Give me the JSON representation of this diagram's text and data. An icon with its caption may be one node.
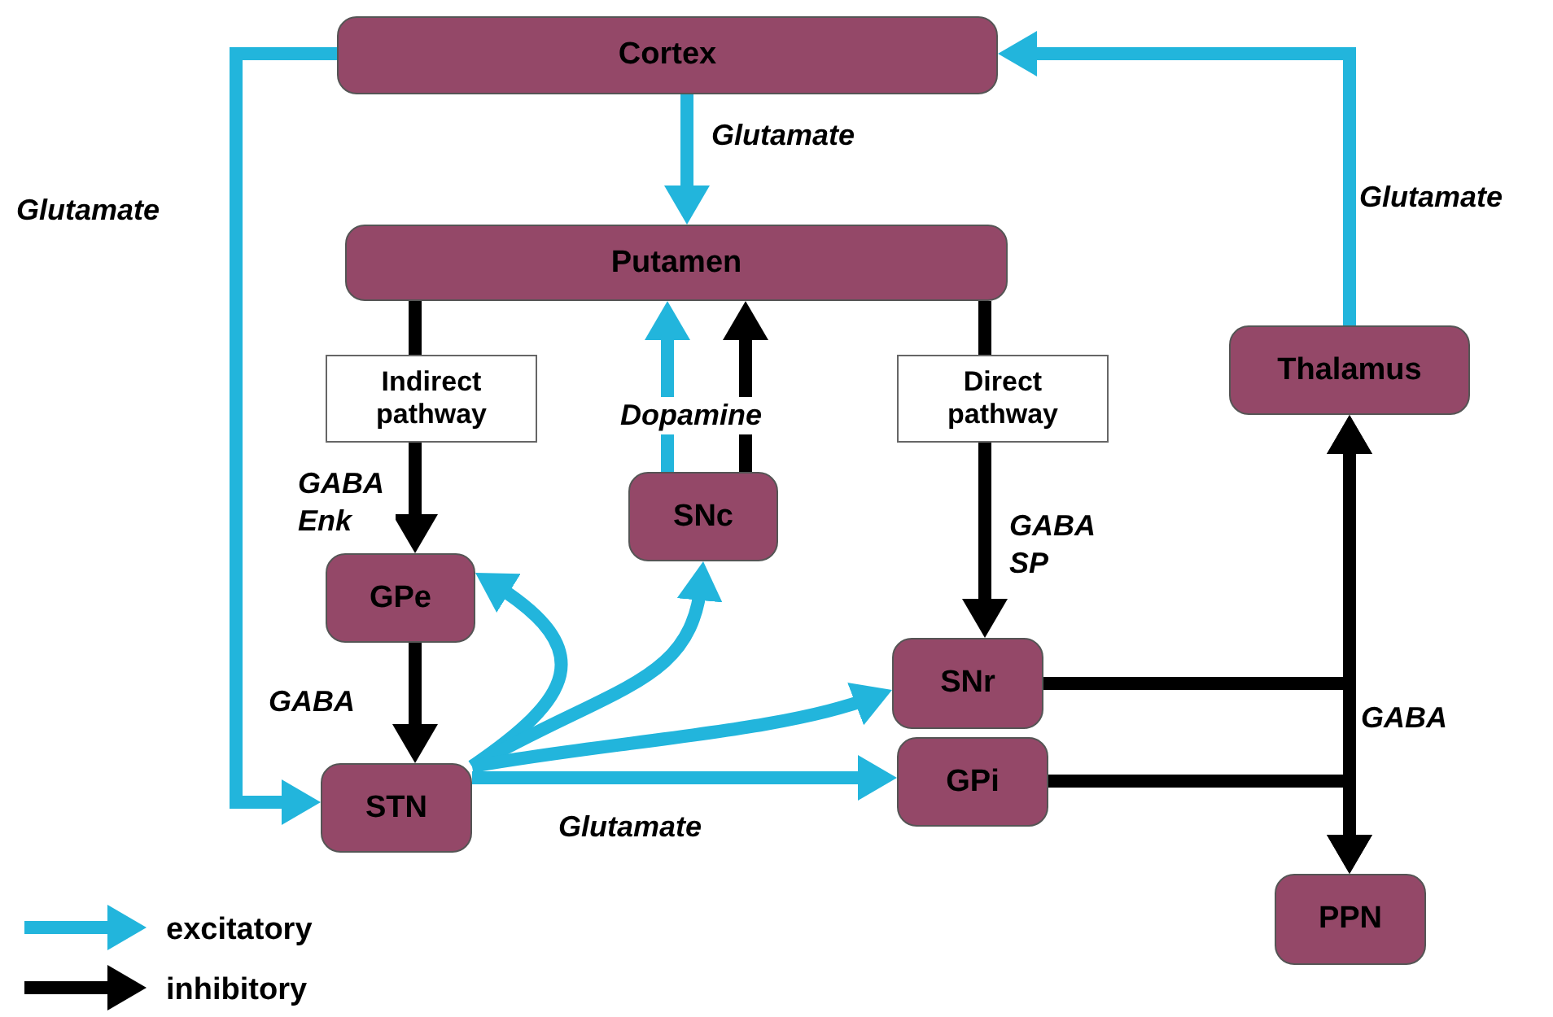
{
  "diagram": {
    "nodes": [
      {
        "text": [
          "Cortex"
        ]
      },
      {
        "text": [
          "Putamen"
        ]
      },
      {
        "text": [
          "Indirect pathway"
        ]
      },
      {
        "text": [
          "SNc"
        ]
      },
      {
        "text": [
          "Direct pathway"
        ]
      },
      {
        "text": [
          "Thalamus"
        ]
      },
      {
        "text": [
          "GPe"
        ]
      },
      {
        "text": [
          "SNr"
        ]
      },
      {
        "text": [
          "STN"
        ]
      },
      {
        "text": [
          "GPi"
        ]
      },
      {
        "text": [
          "PPN"
        ]
      }
    ],
    "edges": [
      {
        "from": 0,
        "to": 1,
        "arrow": "to",
        "label": "Glutamate",
        "color": "#22b5dc"
      },
      {
        "from": 0,
        "to": 8,
        "arrow": "to",
        "label": "Glutamate",
        "color": "#22b5dc"
      },
      {
        "from": 5,
        "to": 0,
        "arrow": "to",
        "label": "Glutamate",
        "color": "#22b5dc"
      },
      {
        "from": 1,
        "to": 2,
        "arrow": "none"
      },
      {
        "from": 2,
        "to": 6,
        "arrow": "to",
        "label": "GABA Enk"
      },
      {
        "from": 3,
        "to": 1,
        "arrow": "to",
        "label": "Dopamine",
        "color": "#22b5dc"
      },
      {
        "from": 3,
        "to": 1,
        "arrow": "to"
      },
      {
        "from": 1,
        "to": 4,
        "arrow": "none"
      },
      {
        "from": 4,
        "to": 7,
        "arrow": "to",
        "label": "GABA SP"
      },
      {
        "from": 6,
        "to": 8,
        "arrow": "to",
        "label": "GABA"
      },
      {
        "from": 8,
        "to": 6,
        "arrow": "to",
        "color": "#22b5dc"
      },
      {
        "from": 8,
        "to": 3,
        "arrow": "to",
        "color": "#22b5dc"
      },
      {
        "from": 8,
        "to": 7,
        "arrow": "to",
        "color": "#22b5dc"
      },
      {
        "from": 8,
        "to": 9,
        "arrow": "to",
        "label": "Glutamate",
        "color": "#22b5dc"
      },
      {
        "from": 7,
        "to": 5,
        "arrow": "to"
      },
      {
        "from": 7,
        "to": 10,
        "arrow": "to",
        "label": "GABA"
      },
      {
        "from": 9,
        "to": 5,
        "arrow": "to"
      },
      {
        "from": 9,
        "to": 10,
        "arrow": "to"
      }
    ],
    "legend": [
      {
        "text": "excitatory"
      },
      {
        "text": "inhibitory"
      }
    ]
  }
}
